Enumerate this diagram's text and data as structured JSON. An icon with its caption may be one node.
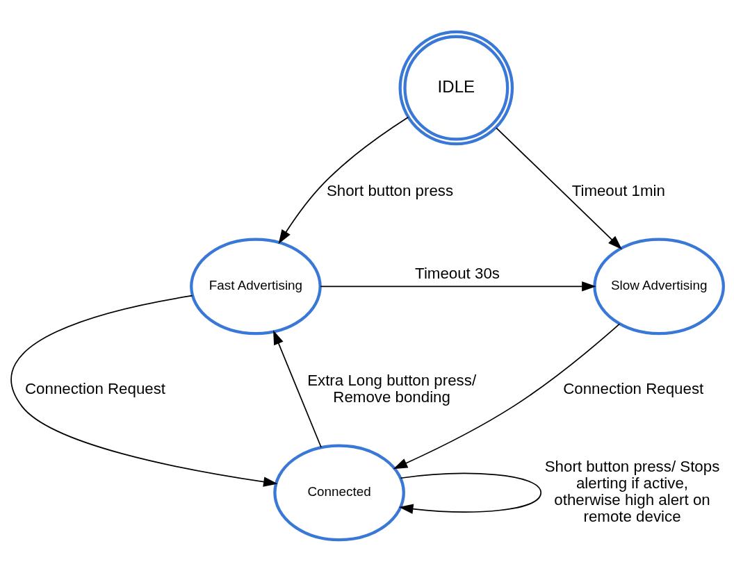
{
  "diagram": {
    "nodes": [
      {
        "text": [
          "IDLE"
        ]
      },
      {
        "text": [
          "Fast Advertising"
        ]
      },
      {
        "text": [
          "Slow Advertising"
        ]
      },
      {
        "text": [
          "Connected"
        ]
      }
    ],
    "edges": [
      {
        "from": 0,
        "to": 1,
        "arrow": "to",
        "label": "Short button press"
      },
      {
        "from": 0,
        "to": 2,
        "arrow": "to",
        "label": "Timeout 1min"
      },
      {
        "from": 1,
        "to": 2,
        "arrow": "to",
        "label": "Timeout 30s"
      },
      {
        "from": 1,
        "to": 3,
        "arrow": "to",
        "label": "Connection Request"
      },
      {
        "from": 3,
        "to": 1,
        "arrow": "to",
        "label": "Extra Long button press/ Remove bonding"
      },
      {
        "from": 2,
        "to": 3,
        "arrow": "to",
        "label": "Connection Request"
      },
      {
        "from": 3,
        "to": 3,
        "arrow": "to",
        "label": "Short button press/ Stops alerting if active, otherwise high alert on remote device"
      }
    ]
  }
}
